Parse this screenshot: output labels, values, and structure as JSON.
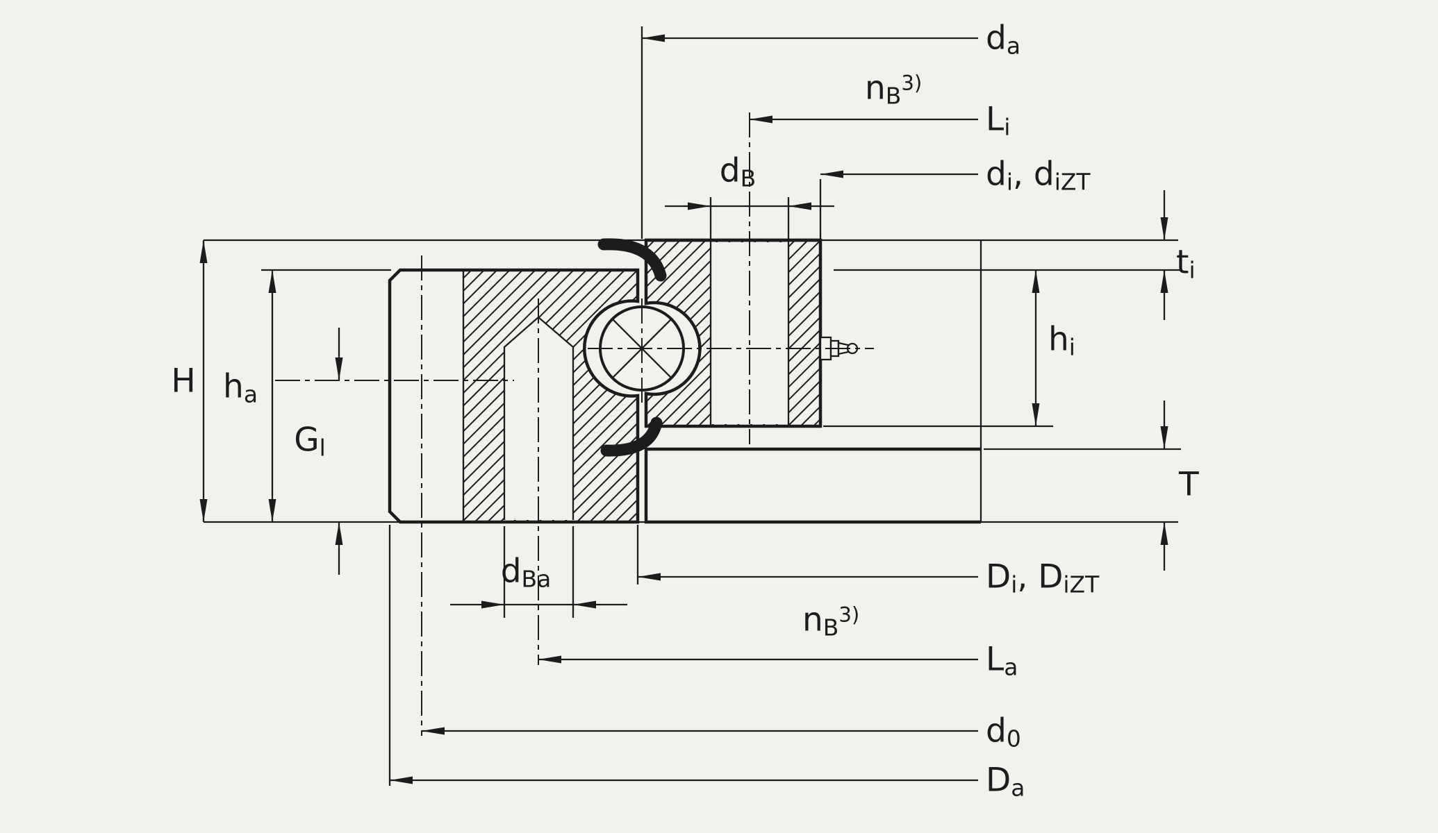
{
  "colors": {
    "background": "#f2f1ee",
    "line": "#1c1c1c"
  },
  "labels": {
    "da": {
      "base": "d",
      "sub": "a"
    },
    "nb_top": {
      "base": "n",
      "sub": "B",
      "sup": "3)"
    },
    "li": {
      "base": "L",
      "sub": "i"
    },
    "db": {
      "base": "d",
      "sub": "B"
    },
    "di_dizt": {
      "p1": "d",
      "s1": "i",
      "p2": ", d",
      "s2": "iZT"
    },
    "ti": {
      "base": "t",
      "sub": "i"
    },
    "hi": {
      "base": "h",
      "sub": "i"
    },
    "h_total": {
      "base": "H"
    },
    "ha": {
      "base": "h",
      "sub": "a"
    },
    "gl": {
      "base": "G",
      "sub": "l"
    },
    "dba": {
      "base": "d",
      "sub": "Ba"
    },
    "Di_DiZT": {
      "p1": "D",
      "s1": "i",
      "p2": ", D",
      "s2": "iZT"
    },
    "nb_bottom": {
      "base": "n",
      "sub": "B",
      "sup": "3)"
    },
    "la": {
      "base": "L",
      "sub": "a"
    },
    "d0": {
      "base": "d",
      "sub": "0"
    },
    "Da_outer": {
      "base": "D",
      "sub": "a"
    },
    "t_cap": {
      "base": "T"
    }
  }
}
